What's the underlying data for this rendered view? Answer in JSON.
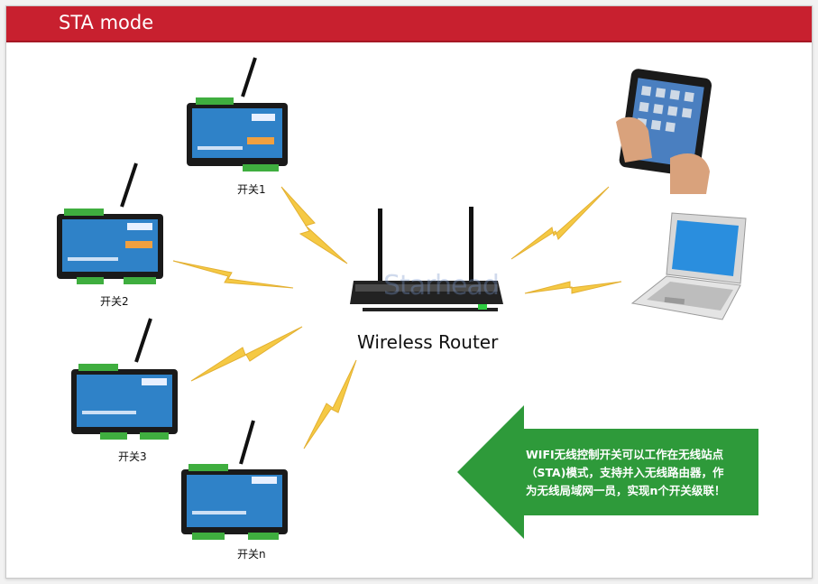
{
  "header": {
    "title": "STA mode"
  },
  "devices": [
    {
      "label": "开关1"
    },
    {
      "label": "开关2"
    },
    {
      "label": "开关3"
    },
    {
      "label": "开关n"
    }
  ],
  "router": {
    "label": "Wireless Router"
  },
  "watermark": {
    "text": "Starhead"
  },
  "callout": {
    "lines": [
      "WIFI无线控制开关可以工作在无线站点",
      "（STA)模式，支持并入无线路由器，作",
      "为无线局域网一员，实现n个开关级联！"
    ]
  },
  "colors": {
    "header": "#c8202f",
    "arrow": "#2e9a3a",
    "bolt": "#f2c42a",
    "device": "#2f82c8"
  }
}
